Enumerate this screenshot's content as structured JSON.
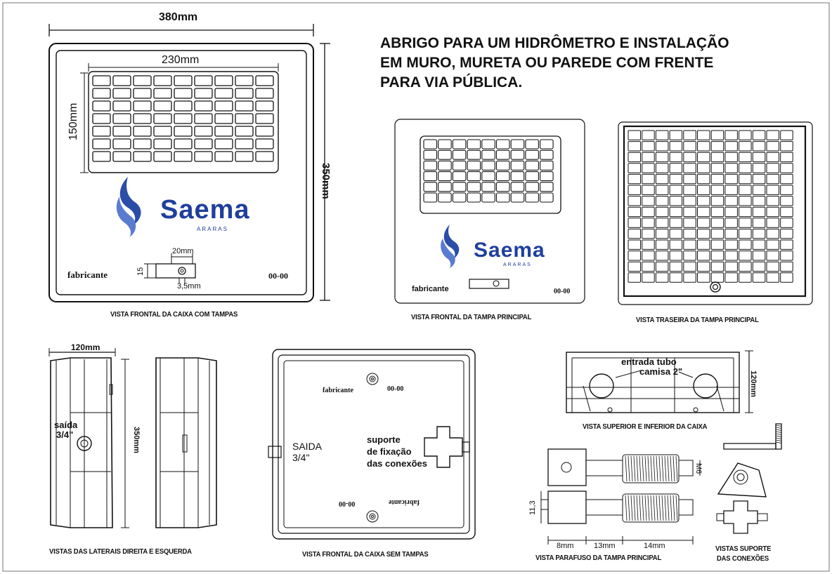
{
  "title": {
    "line1": "ABRIGO PARA UM HIDRÔMETRO E INSTALAÇÃO",
    "line2": "EM MURO, MURETA OU PAREDE COM FRENTE",
    "line3": "PARA VIA PÚBLICA."
  },
  "brand": {
    "name": "Saema",
    "sub": "ARARAS",
    "color": "#1f3f9c"
  },
  "front_box": {
    "width": "380mm",
    "height": "350mm",
    "grille_w": "230mm",
    "grille_h": "150mm",
    "win_w": "20mm",
    "win_h": "15",
    "win_hole": "3,5mm",
    "maker": "fabricante",
    "code": "00-00",
    "caption": "VISTA FRONTAL DA CAIXA COM TAMPAS"
  },
  "main_lid": {
    "maker": "fabricante",
    "code": "00-00",
    "caption": "VISTA FRONTAL DA TAMPA PRINCIPAL"
  },
  "back_lid": {
    "caption": "VISTA TRASEIRA DA TAMPA PRINCIPAL"
  },
  "sides": {
    "width": "120mm",
    "height": "350mm",
    "outlet": "saída",
    "outlet_size": "3/4\"",
    "caption": "VISTAS DAS LATERAIS DIREITA E ESQUERDA"
  },
  "open_box": {
    "maker": "fabricante",
    "code": "00-00",
    "outlet": "SAIDA",
    "outlet_size": "3/4\"",
    "support_l1": "suporte",
    "support_l2": "de fixação",
    "support_l3": "das conexões",
    "caption": "VISTA FRONTAL DA CAIXA SEM TAMPAS"
  },
  "top_view": {
    "inlet_l1": "entrada tubo",
    "inlet_l2": "camisa 2\"",
    "height": "120mm",
    "caption": "VISTA SUPERIOR E INFERIOR DA CAIXA"
  },
  "screw": {
    "thread": "M6",
    "head_h": "11,3",
    "d1": "8mm",
    "d2": "13mm",
    "d3": "14mm",
    "caption": "VISTA PARAFUSO DA TAMPA PRINCIPAL"
  },
  "support": {
    "caption_l1": "VISTAS SUPORTE",
    "caption_l2": "DAS CONEXÕES"
  }
}
